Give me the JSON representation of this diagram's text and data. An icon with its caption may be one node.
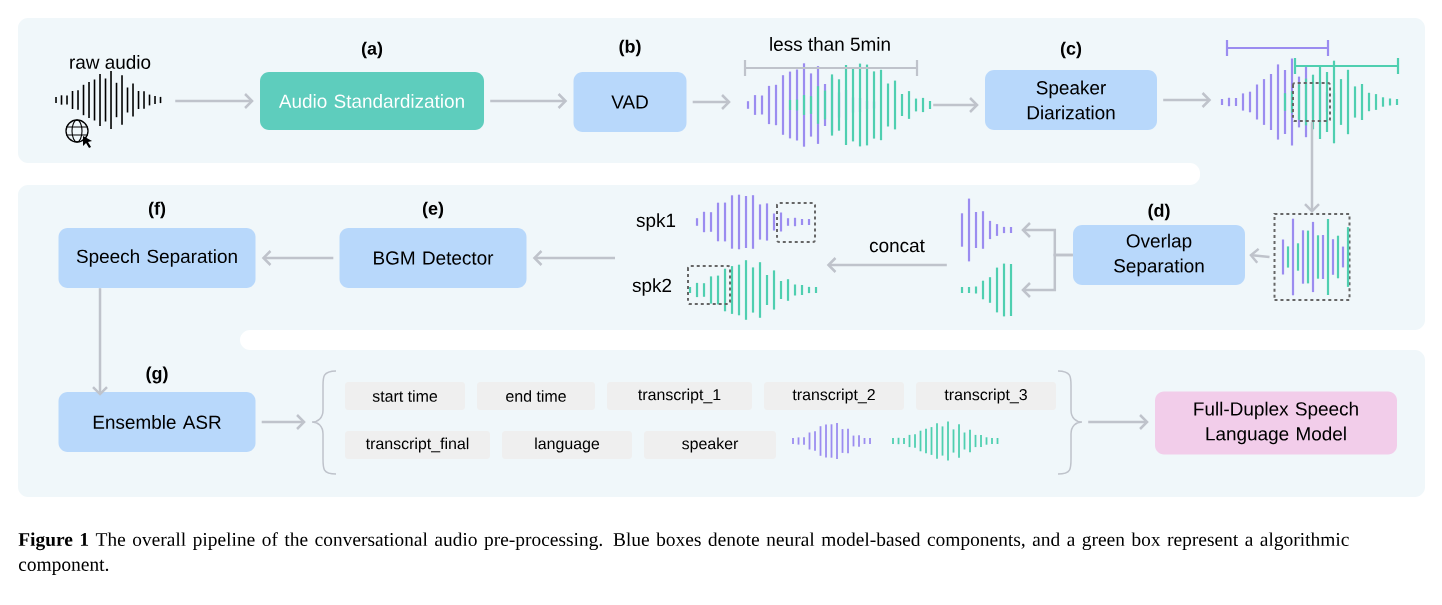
{
  "diagram": {
    "caption": "**Figure 1** The overall pipeline of the conversational audio pre-processing. Blue boxes denote neural model-based components, and a green box represent a algorithmic component.",
    "nodes": [
      {
        "text": [
          "raw audio"
        ]
      },
      {
        "text": [
          "(a)",
          "Audio Standardization"
        ]
      },
      {
        "text": [
          "(b)",
          "VAD"
        ]
      },
      {
        "text": [],
        "shape": "waveform"
      },
      {
        "text": [
          "(c)",
          "Speaker Diarization"
        ]
      },
      {
        "text": [],
        "shape": "waveform"
      },
      {
        "text": [],
        "shape": "waveform"
      },
      {
        "text": [
          "(d)",
          "Overlap Separation"
        ]
      },
      {
        "text": [],
        "shape": "waveform"
      },
      {
        "text": [],
        "shape": "waveform"
      },
      {
        "text": [],
        "shape": "waveform",
        "beside": [
          "spk1"
        ]
      },
      {
        "text": [],
        "shape": "waveform",
        "beside": [
          "spk2"
        ]
      },
      {
        "text": [
          "(e)",
          "BGM Detector"
        ]
      },
      {
        "text": [
          "(f)",
          "Speech Separation"
        ]
      },
      {
        "text": [
          "(g)",
          "Ensemble ASR"
        ]
      },
      {
        "text": [],
        "shape": "brace"
      },
      {
        "text": [
          "start time"
        ],
        "in": 15
      },
      {
        "text": [
          "end time"
        ],
        "in": 15
      },
      {
        "text": [
          "transcript_1"
        ],
        "in": 15
      },
      {
        "text": [
          "transcript_2"
        ],
        "in": 15
      },
      {
        "text": [
          "transcript_3"
        ],
        "in": 15
      },
      {
        "text": [
          "transcript_final"
        ],
        "in": 15
      },
      {
        "text": [
          "language"
        ],
        "in": 15
      },
      {
        "text": [
          "speaker"
        ],
        "in": 15
      },
      {
        "text": [],
        "shape": "waveform",
        "in": 15
      },
      {
        "text": [],
        "shape": "waveform",
        "in": 15
      },
      {
        "text": [
          "Full-Duplex Speech Language Model"
        ]
      }
    ],
    "edges": [
      {
        "from": 0,
        "to": 1,
        "arrow": "to"
      },
      {
        "from": 1,
        "to": 2,
        "arrow": "to"
      },
      {
        "from": 2,
        "to": 3,
        "arrow": "to"
      },
      {
        "from": 3,
        "to": 4,
        "arrow": "to"
      },
      {
        "from": 4,
        "to": 5,
        "arrow": "to"
      },
      {
        "from": 5,
        "to": 6,
        "arrow": "to"
      },
      {
        "from": 6,
        "to": 7,
        "arrow": "to"
      },
      {
        "from": 7,
        "to": 8,
        "arrow": "to"
      },
      {
        "from": 7,
        "to": 9,
        "arrow": "to"
      },
      {
        "from": 9,
        "to": 11,
        "arrow": "to",
        "label": "concat"
      },
      {
        "from": null,
        "to": 12,
        "arrow": "to"
      },
      {
        "from": 12,
        "to": 13,
        "arrow": "to"
      },
      {
        "from": 13,
        "to": 14,
        "arrow": "to"
      },
      {
        "from": 14,
        "to": 15,
        "arrow": "to"
      },
      {
        "from": 15,
        "to": 26,
        "arrow": "to"
      }
    ],
    "labels": [
      "less than 5min"
    ]
  }
}
